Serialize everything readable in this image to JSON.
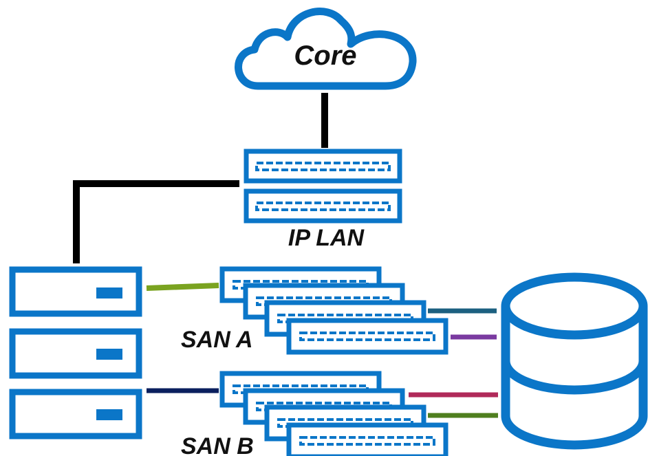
{
  "labels": {
    "core": "Core",
    "ip_lan": "IP LAN",
    "san_a": "SAN A",
    "san_b": "SAN B"
  },
  "colors": {
    "device_blue": "#0b76c8",
    "link_black": "#000000",
    "san_a_server_link": "#7aa320",
    "san_a_storage_link_1": "#1c6080",
    "san_a_storage_link_2": "#7a3aa0",
    "san_b_server_link": "#0a1f5e",
    "san_b_storage_link_1": "#b02a5a",
    "san_b_storage_link_2": "#4f7f1f"
  },
  "icons": {
    "cloud": "cloud-icon",
    "switch": "network-switch-icon",
    "server": "server-icon",
    "storage": "database-icon"
  }
}
